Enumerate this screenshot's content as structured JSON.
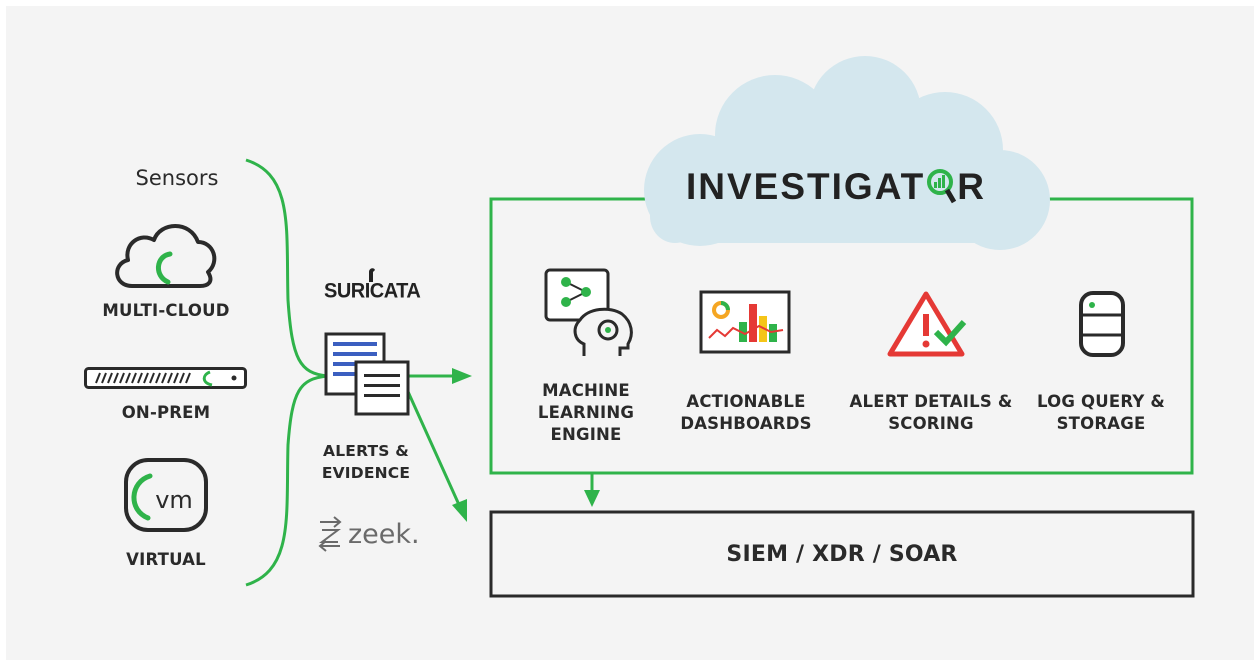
{
  "sensors": {
    "title": "Sensors",
    "items": [
      {
        "label": "MULTI-CLOUD",
        "icon": "cloud-icon"
      },
      {
        "label": "ON-PREM",
        "icon": "rack-server-icon"
      },
      {
        "label": "VIRTUAL",
        "icon": "vm-icon"
      }
    ]
  },
  "middle": {
    "suricata_logo": "SURICATA",
    "alerts_line1": "ALERTS &",
    "alerts_line2": "EVIDENCE",
    "zeek_logo": "zeek."
  },
  "investigator": {
    "brand": "INVESTIGAT",
    "brand_end": "R",
    "features": [
      {
        "line1": "MACHINE",
        "line2": "LEARNING",
        "line3": "ENGINE",
        "icon": "machine-learning-icon"
      },
      {
        "line1": "ACTIONABLE",
        "line2": "DASHBOARDS",
        "icon": "dashboard-icon"
      },
      {
        "line1": "ALERT DETAILS &",
        "line2": "SCORING",
        "icon": "alert-icon"
      },
      {
        "line1": "LOG QUERY &",
        "line2": "STORAGE",
        "icon": "database-icon"
      }
    ]
  },
  "output": {
    "label": "SIEM / XDR / SOAR"
  },
  "colors": {
    "green": "#2fb34a",
    "dark": "#2a2a2a",
    "cloud": "#d4e7ee",
    "red": "#e53935"
  }
}
